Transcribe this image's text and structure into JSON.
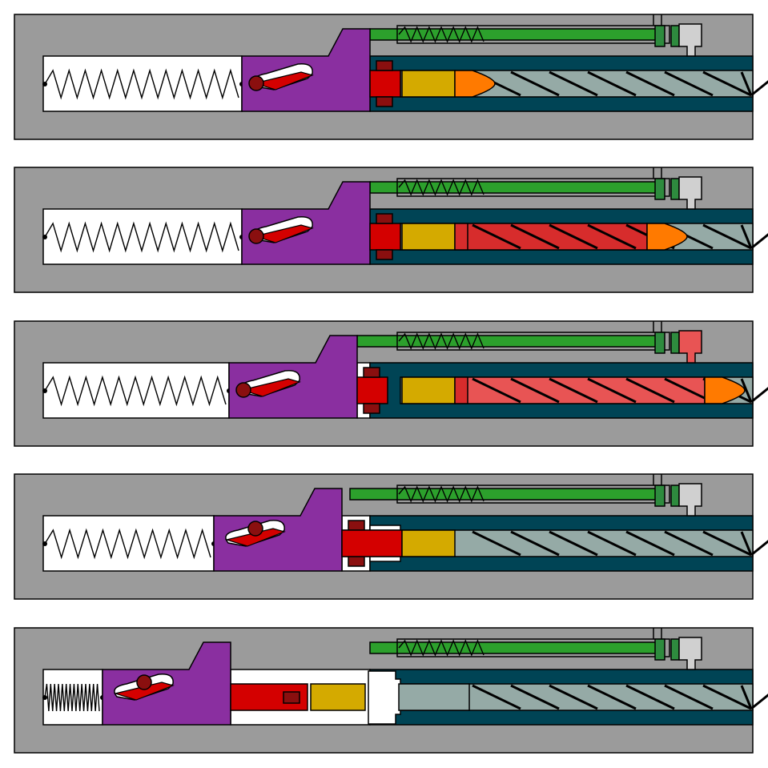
{
  "diagram": {
    "type": "gas-operated-action-cycle",
    "panel_count": 5,
    "colors": {
      "receiver": "#9b9b9b",
      "bolt_carrier": "#8a2fa0",
      "bolt": "#d40000",
      "cam_pin": "#8a0f0f",
      "cartridge_case": "#d4aa00",
      "bullet": "#ff7a00",
      "barrel": "#004455",
      "bore": "#95aaa6",
      "rifling_dark": "#000000",
      "gas_pressure": "#d72c2c",
      "gas_pressure_late": "#e85454",
      "op_rod": "#2ca02c",
      "gas_piston": "#2e8b3e",
      "gas_block": "#d0d0d0",
      "spring": "#000000",
      "background": "#ffffff"
    },
    "panels": [
      {
        "stage": "locked-ready",
        "bullet_in_bore": "chamber",
        "gas_in_bore": false,
        "gas_in_block": false,
        "bolt_locked": true,
        "case_in_chamber": true
      },
      {
        "stage": "fired-bullet-travelling",
        "bullet_in_bore": "mid-barrel",
        "gas_in_bore": true,
        "gas_in_block": false,
        "bolt_locked": true,
        "case_in_chamber": true
      },
      {
        "stage": "gas-port-passed",
        "bullet_in_bore": "muzzle",
        "gas_in_bore": true,
        "gas_in_block": true,
        "bolt_locked": true,
        "case_in_chamber": true
      },
      {
        "stage": "carrier-unlocking",
        "bullet_in_bore": "none",
        "gas_in_bore": false,
        "gas_in_block": false,
        "bolt_locked": false,
        "case_in_chamber": true
      },
      {
        "stage": "extraction",
        "bullet_in_bore": "none",
        "gas_in_bore": false,
        "gas_in_block": false,
        "bolt_locked": false,
        "case_in_chamber": false
      }
    ]
  }
}
